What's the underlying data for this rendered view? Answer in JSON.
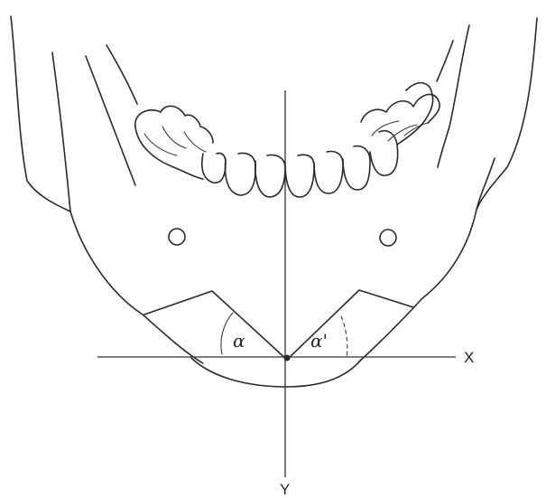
{
  "diagram": {
    "labels": {
      "x_axis": "X",
      "y_axis": "Y",
      "angle_left": "α",
      "angle_right": "α'"
    },
    "colors": {
      "ink": "#2a2a2a",
      "background": "#ffffff"
    }
  }
}
